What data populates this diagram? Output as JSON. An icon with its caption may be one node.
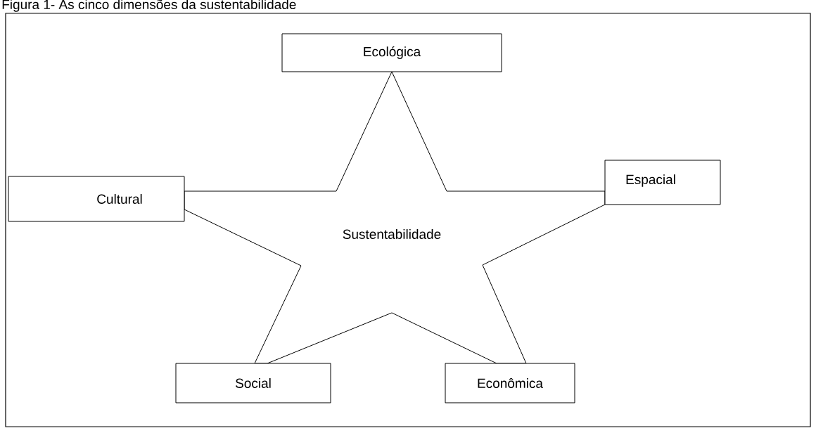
{
  "diagram": {
    "title": "Figura 1- As cinco dimensões da sustentabilidade",
    "nodes": [
      {
        "text": [
          "Sustentabilidade"
        ]
      },
      {
        "text": [
          "Ecológica"
        ]
      },
      {
        "text": [
          "Cultural"
        ]
      },
      {
        "text": [
          "Espacial"
        ]
      },
      {
        "text": [
          "Social"
        ]
      },
      {
        "text": [
          "Econômica"
        ]
      }
    ]
  }
}
